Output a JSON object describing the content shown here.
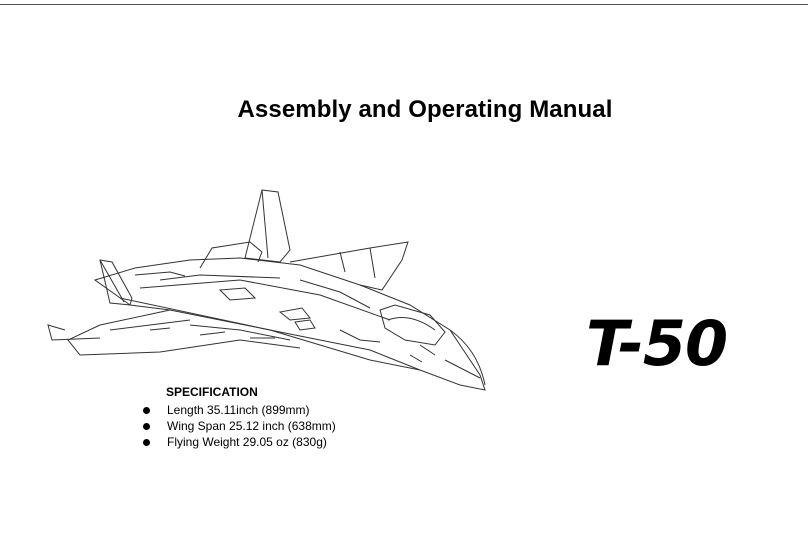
{
  "title": "Assembly and Operating Manual",
  "model": "T-50",
  "illustration": {
    "subject": "aircraft-line-drawing"
  },
  "specification": {
    "heading": "SPECIFICATION",
    "items": [
      "Length 35.11inch (899mm)",
      "Wing Span 25.12 inch (638mm)",
      "Flying Weight 29.05 oz (830g)"
    ]
  }
}
